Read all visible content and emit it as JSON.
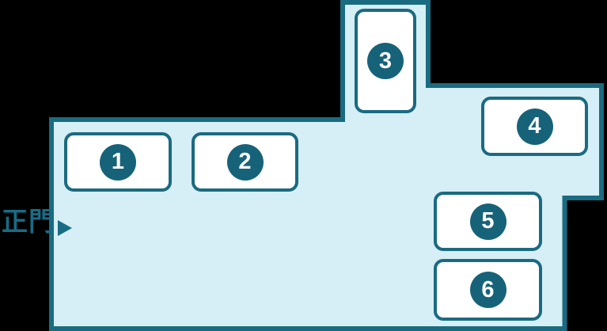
{
  "map": {
    "gate_label": "正門",
    "buildings": [
      {
        "label": "1"
      },
      {
        "label": "2"
      },
      {
        "label": "3"
      },
      {
        "label": "4"
      },
      {
        "label": "5"
      },
      {
        "label": "6"
      }
    ],
    "colors": {
      "background": "#000000",
      "ground_fill": "#d6eef5",
      "outline_teal": "#1a6b80",
      "badge_teal": "#166379",
      "card_white": "#ffffff",
      "gate_text_teal": "#176c84"
    }
  }
}
